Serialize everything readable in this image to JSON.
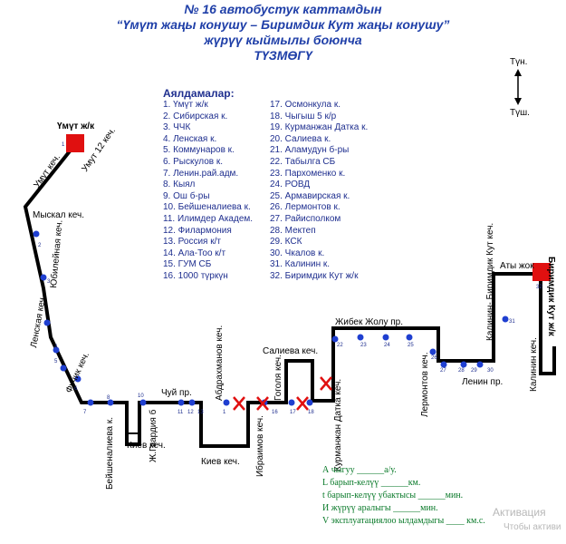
{
  "header": {
    "line1": "№ 16 автобустук каттамдын",
    "line2": "“Үмүт жаңы конушу – Биримдик Кут жаңы конушу”",
    "line3": "жүрүү кыймылы боюнча",
    "line4": "ТҮЗМӨГҮ"
  },
  "compass": {
    "north": "Түн.",
    "south": "Түш."
  },
  "legend": {
    "title": "Аялдамалар:",
    "col1": [
      "1. Үмүт ж/к",
      "2. Сибирская к.",
      "3. ЧЧК",
      "4. Ленская к.",
      "5. Коммунаров к.",
      "6. Рыскулов к.",
      "7. Ленин.рай.адм.",
      "8. Кыял",
      "9. Ош б-ры",
      "10. Бейшеналиева к.",
      "11. Илимдер Академ.",
      "12. Филармония",
      "13. Россия к/т",
      "14. Ала-Тоо к/т",
      "15. ГУМ СБ",
      "16. 1000 түркүн"
    ],
    "col2": [
      "17. Осмонкула к.",
      "18. Чыгыш 5 к/р",
      "19. Курманжан Датка к.",
      "20. Салиева к.",
      "21. Аламудун б-ры",
      "22. Табылга СБ",
      "23. Пархоменко к.",
      "24. РОВД",
      "25. Армавирская к.",
      "26. Лермонтов к.",
      "27. Райисполком",
      "28. Мектеп",
      "29. КСК",
      "30. Чкалов к.",
      "31. Калинин к.",
      "32. Биримдик Кут ж/к"
    ]
  },
  "terminals": {
    "start": "Үмүт ж/к",
    "end": "Биримдик Кут ж/к"
  },
  "streets": {
    "umut12": "Умут 12 кеч.",
    "umut": "Умут кеч.",
    "myskal": "Мыскал кеч.",
    "jubileinaya": "Юбилейная кеч.",
    "lenskaya": "Ленская кеч.",
    "fuchik": "Фучик кеч.",
    "chui": "Чуй пр.",
    "beishenalieva": "Бейшеналиева к.",
    "kiev1": "Киев кеч.",
    "gvardia": "Ж.Гвардия б",
    "abdrakhmanov": "Абдрахманов кеч.",
    "kiev2": "Киев кеч.",
    "ibraimov": "Ибраимов кеч.",
    "gogol": "Гоголя кеч.",
    "salieva": "Салиева кеч.",
    "kurmanjan": "Курманжан Датка кеч.",
    "jibek": "Жибек Жолу пр.",
    "lermontov": "Лермонтов кеч.",
    "lenin": "Ленин пр.",
    "kalinin_birimdik": "Калинин- Биримдик Кут кеч.",
    "aty_jok": "Аты жок",
    "kalinin": "Калинин кеч."
  },
  "stop_numbers": [
    "1",
    "2",
    "3",
    "4",
    "5",
    "6",
    "7",
    "8",
    "10",
    "11",
    "12",
    "13",
    "1",
    "16",
    "17",
    "18",
    "22",
    "23",
    "24",
    "25",
    "26",
    "27",
    "28",
    "29",
    "30",
    "31",
    "32"
  ],
  "footer": {
    "line1": "А чыгуу ______а/у.",
    "line2": "L барып-келүү ______км.",
    "line3": "t барып-келүү убактысы ______мин.",
    "line4": "И жүрүү аралыгы ______мин.",
    "line5": "V эксплуатациялоо ылдамдыгы ____ км.с."
  },
  "watermark": {
    "line1": "Активация",
    "line2": "Чтобы активи"
  },
  "colors": {
    "route": "#000000",
    "stop": "#1f3fd0",
    "terminal": "#e01010",
    "cross": "#e01010",
    "title": "#1f3fa8",
    "footer": "#0a7a2a"
  }
}
